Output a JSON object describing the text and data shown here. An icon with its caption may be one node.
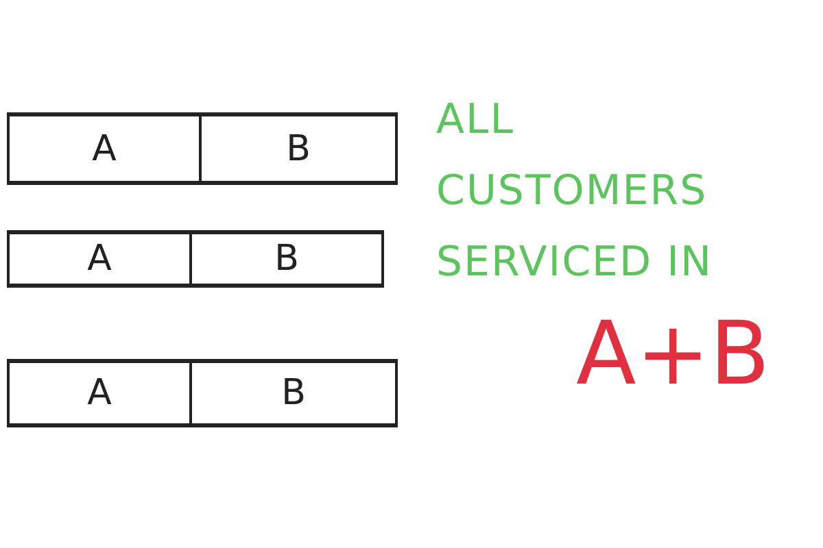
{
  "diagram": {
    "nodes": [
      {
        "text": [],
        "shape": "bar"
      },
      {
        "text": [
          "A"
        ],
        "in": 0
      },
      {
        "text": [
          "B"
        ],
        "in": 0
      },
      {
        "text": [],
        "shape": "bar"
      },
      {
        "text": [
          "A"
        ],
        "in": 3
      },
      {
        "text": [
          "B"
        ],
        "in": 3
      },
      {
        "text": [],
        "shape": "bar"
      },
      {
        "text": [
          "A"
        ],
        "in": 6
      },
      {
        "text": [
          "B"
        ],
        "in": 6
      }
    ],
    "edges": [],
    "labels": [
      "ALL CUSTOMERS SERVICED IN",
      "A+B"
    ]
  }
}
